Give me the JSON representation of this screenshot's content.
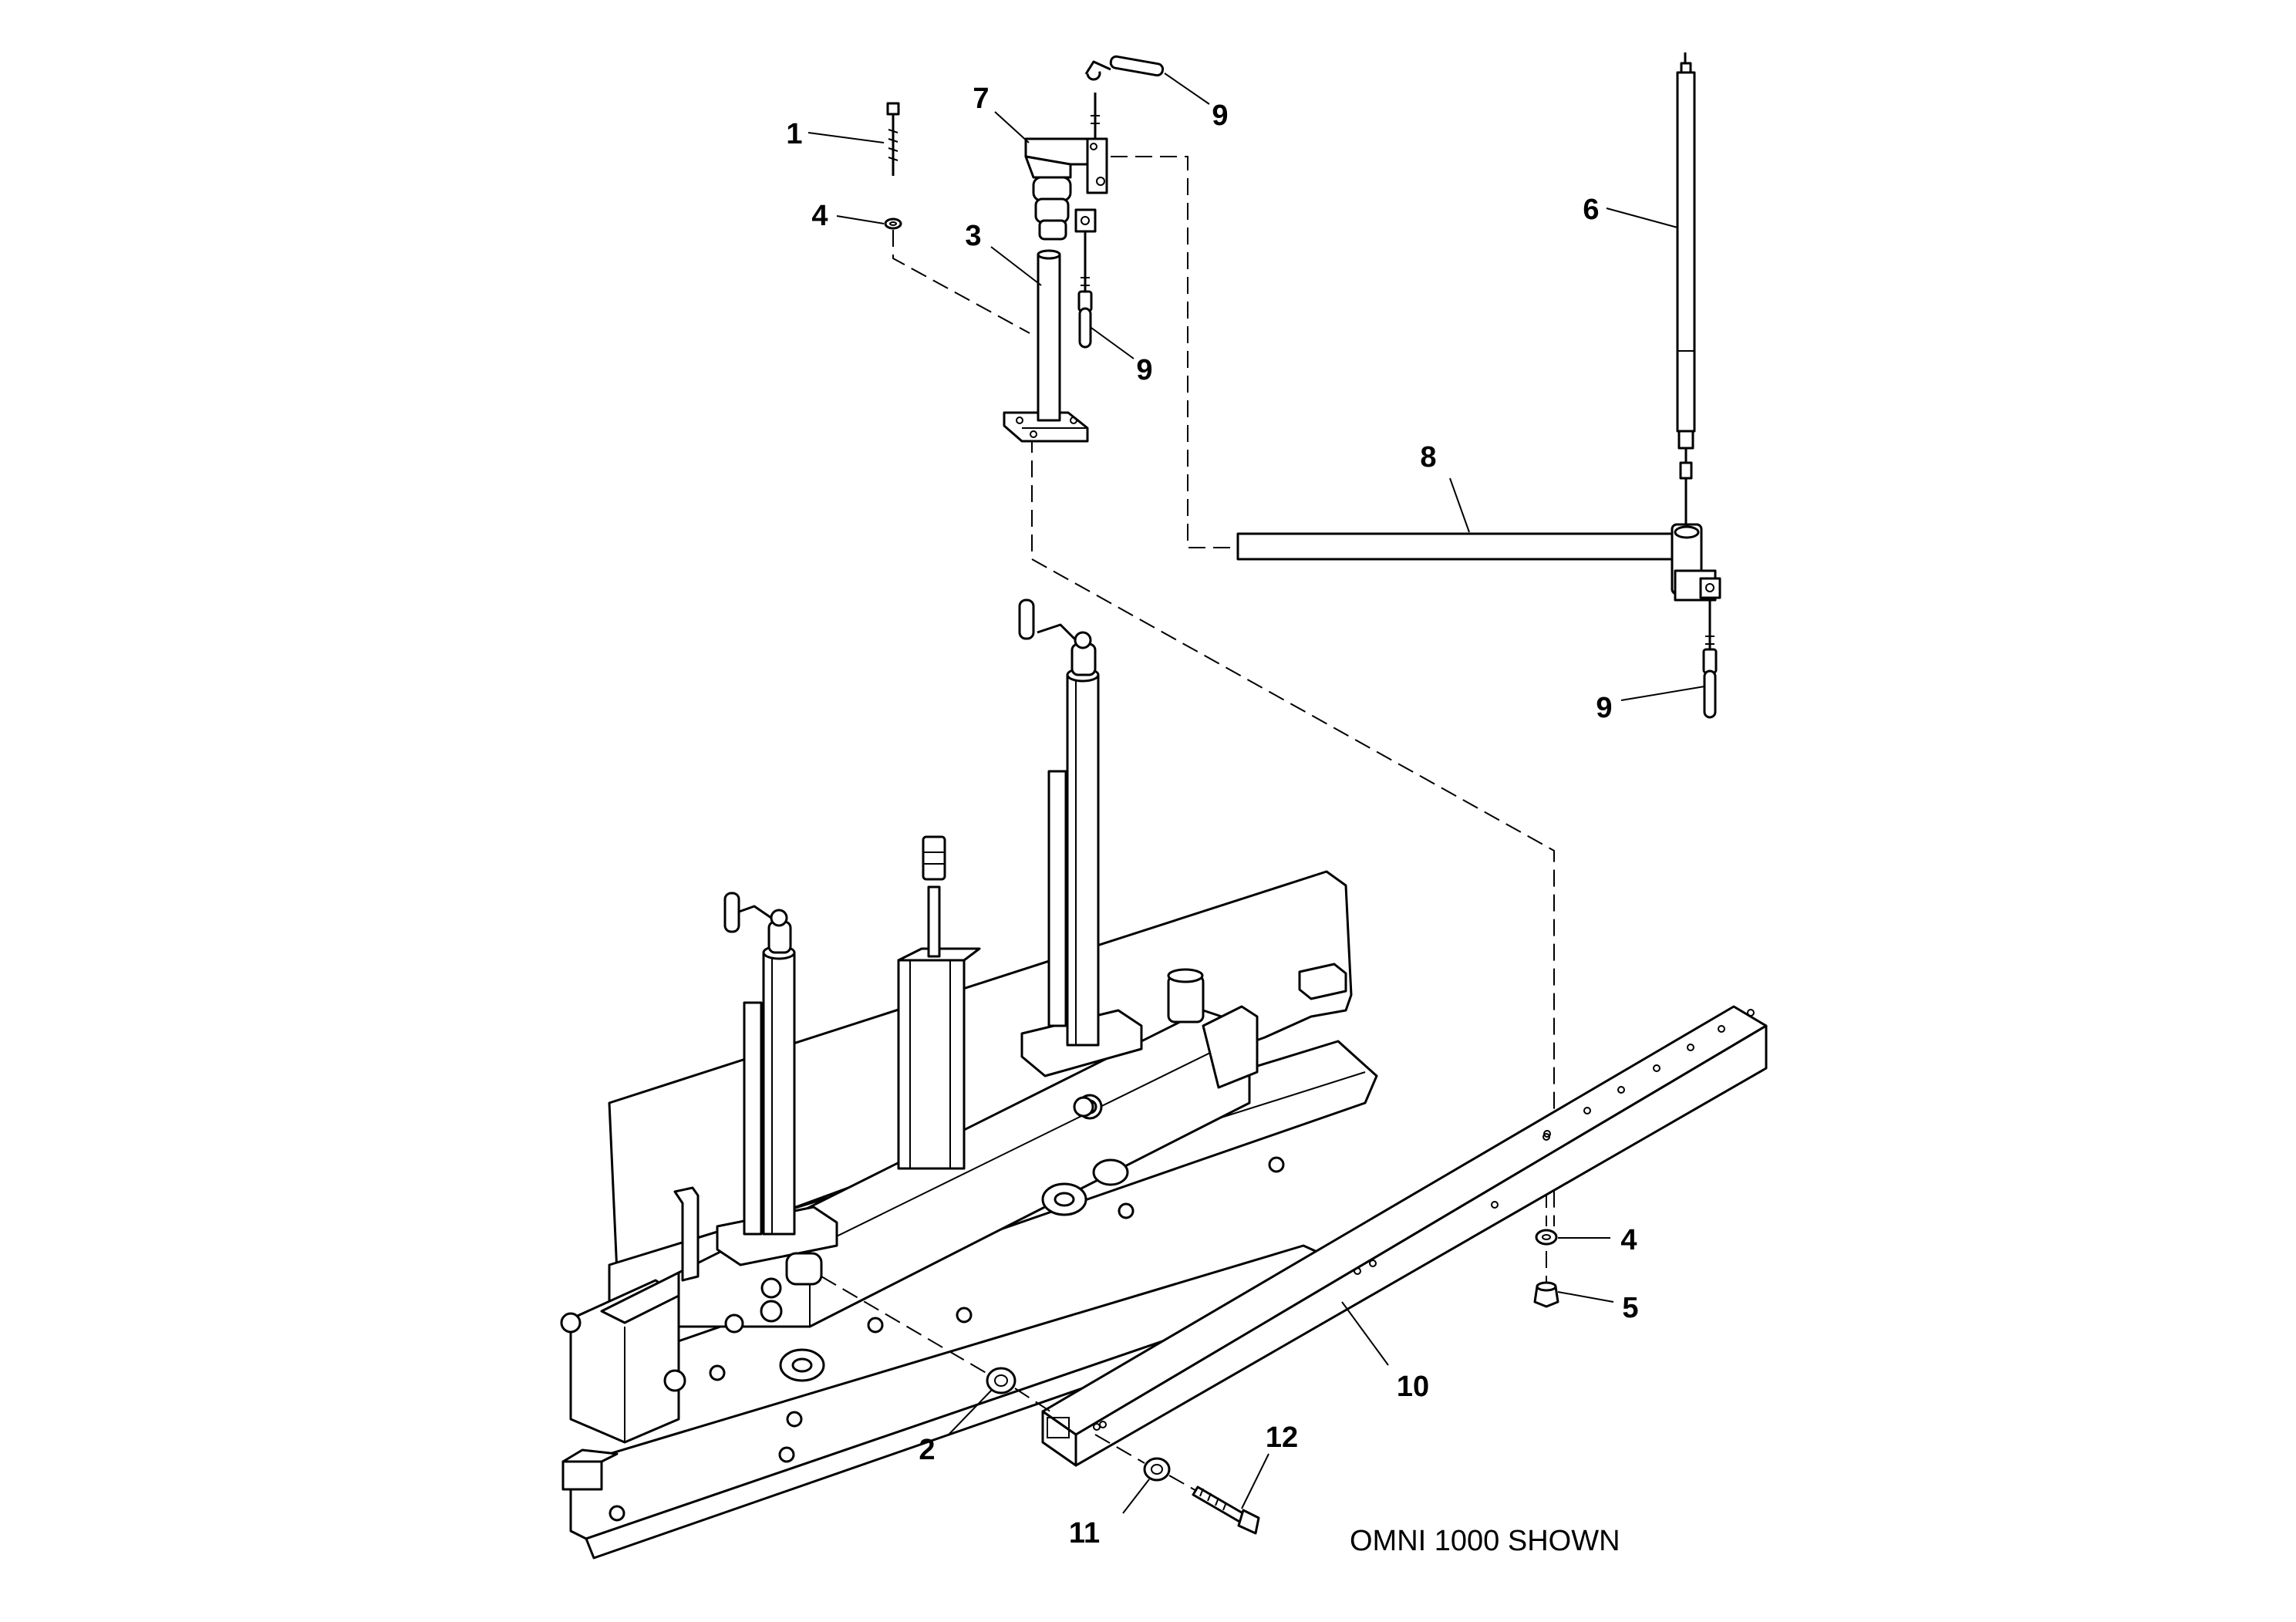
{
  "callouts": {
    "c1": "1",
    "c2": "2",
    "c3": "3",
    "c4a": "4",
    "c4b": "4",
    "c5": "5",
    "c6": "6",
    "c7": "7",
    "c8": "8",
    "c9a": "9",
    "c9b": "9",
    "c9c": "9",
    "c10": "10",
    "c11": "11",
    "c12": "12"
  },
  "note": "OMNI 1000 SHOWN"
}
